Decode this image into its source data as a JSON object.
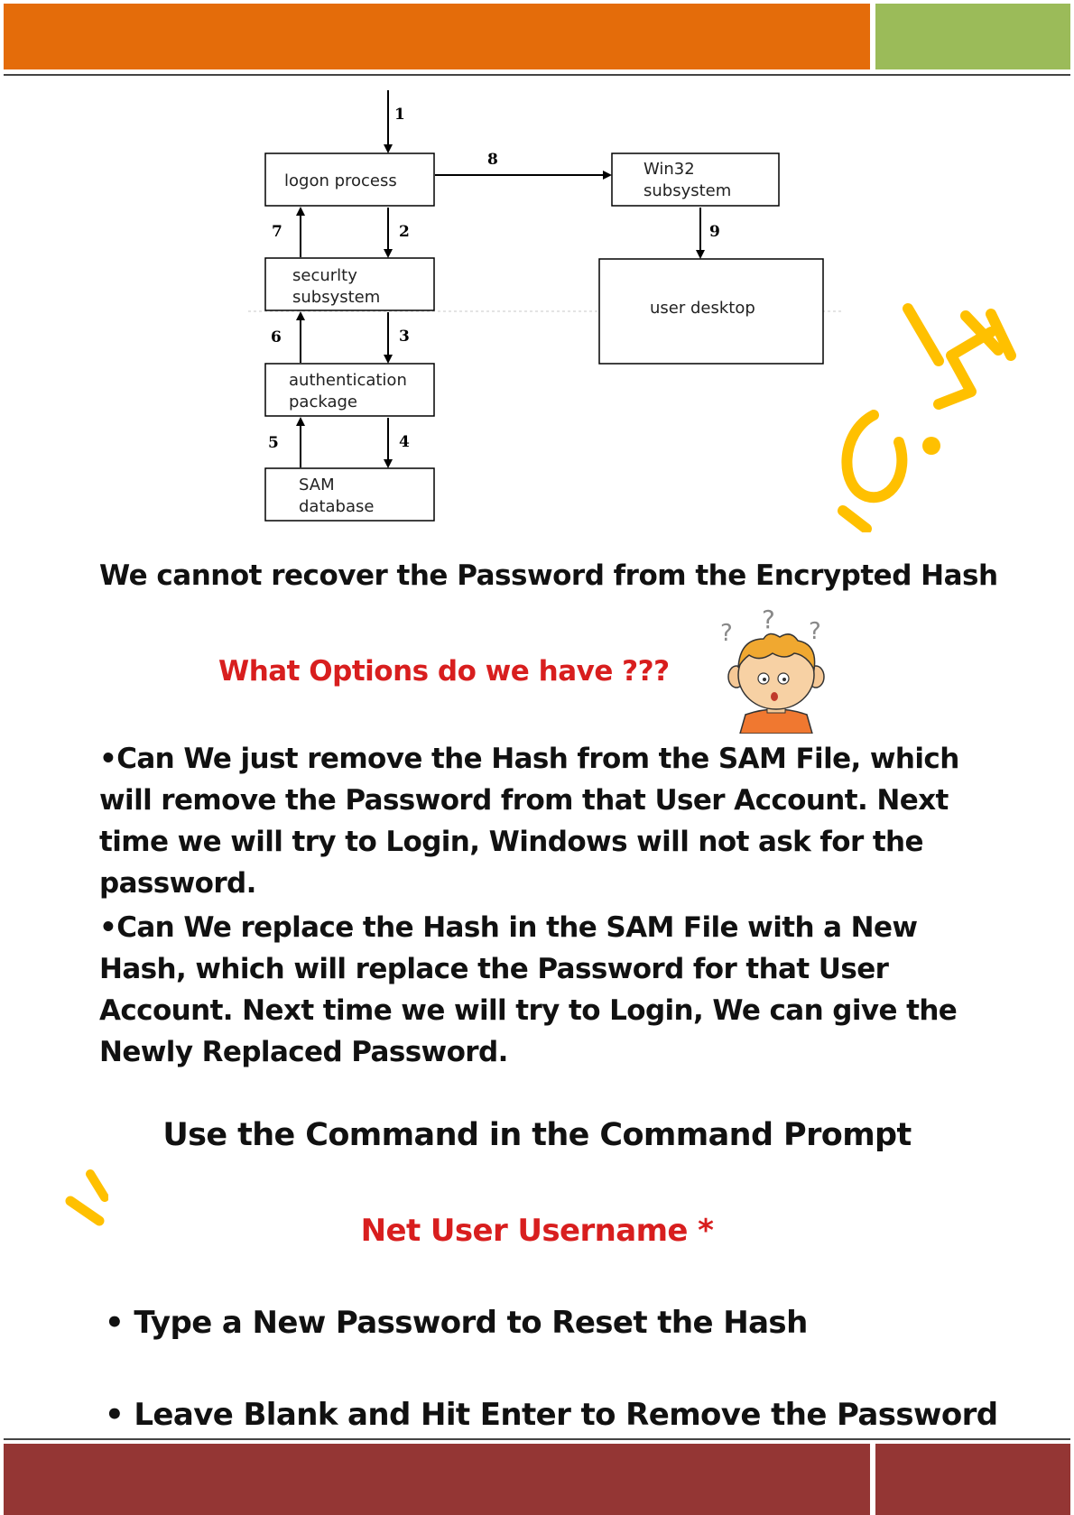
{
  "diagram": {
    "nodes": {
      "logon": [
        "logon  process"
      ],
      "security": [
        "securlty",
        "subsystem"
      ],
      "auth": [
        "authentication",
        "package"
      ],
      "sam": [
        "SAM",
        "database"
      ],
      "win32": [
        "Win32",
        "subsystem"
      ],
      "desktop": [
        "user  desktop"
      ]
    },
    "steps": [
      "1",
      "2",
      "3",
      "4",
      "5",
      "6",
      "7",
      "8",
      "9"
    ]
  },
  "heading": "We cannot recover the Password from the Encrypted Hash",
  "question": "What Options do we have ???",
  "paragraphs": [
    "•Can We just remove the Hash from the SAM File, which will remove the Password from that User Account. Next time we will try to Login, Windows will not ask for the password.",
    "•Can We replace the Hash in the SAM File with a New Hash, which will replace the Password for that User Account. Next time we will try to Login, We can give the Newly Replaced Password."
  ],
  "command_title": "Use the Command in the Command Prompt",
  "command": "Net User Username *",
  "bullets": [
    "• Type a New Password to Reset the Hash",
    "• Leave Blank and Hit Enter to Remove the Password"
  ],
  "colors": {
    "header_orange": "#e46c0a",
    "header_green": "#9bbb59",
    "footer_red": "#943634",
    "accent_red": "#d81e1e",
    "watermark": "#ffc000"
  }
}
